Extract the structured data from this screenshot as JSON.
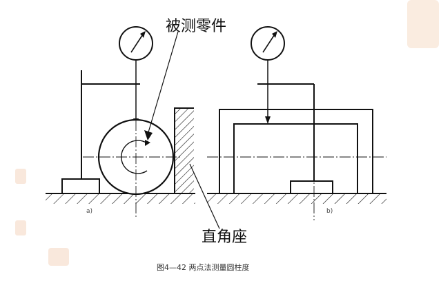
{
  "labels": {
    "measured_part": "被测零件",
    "right_angle_base": "直角座",
    "sub_a": "a)",
    "sub_b": "b)",
    "caption": "图4—42   两点法测量圆柱度"
  },
  "colors": {
    "line": "#111111",
    "watermark": "#e9b48a"
  }
}
